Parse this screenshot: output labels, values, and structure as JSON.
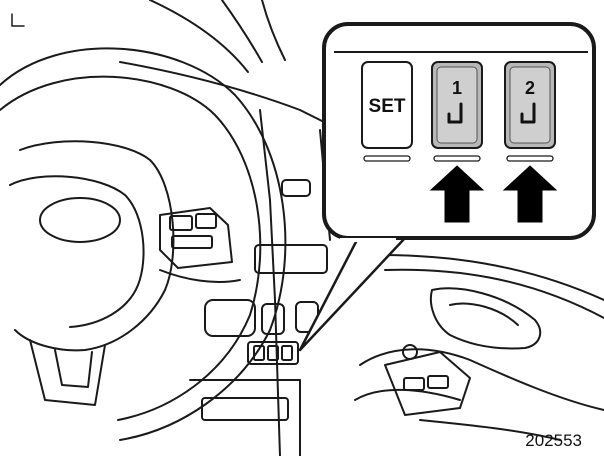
{
  "diagram": {
    "figure_number": "202553",
    "callout": {
      "buttons": [
        {
          "label": "SET",
          "highlighted": false,
          "has_seat_icon": false,
          "has_arrow": false
        },
        {
          "label": "1",
          "highlighted": true,
          "has_seat_icon": true,
          "has_arrow": true
        },
        {
          "label": "2",
          "highlighted": true,
          "has_seat_icon": true,
          "has_arrow": true
        }
      ],
      "highlight_color": "#b8b8b8",
      "arrow_color": "#000000"
    }
  }
}
